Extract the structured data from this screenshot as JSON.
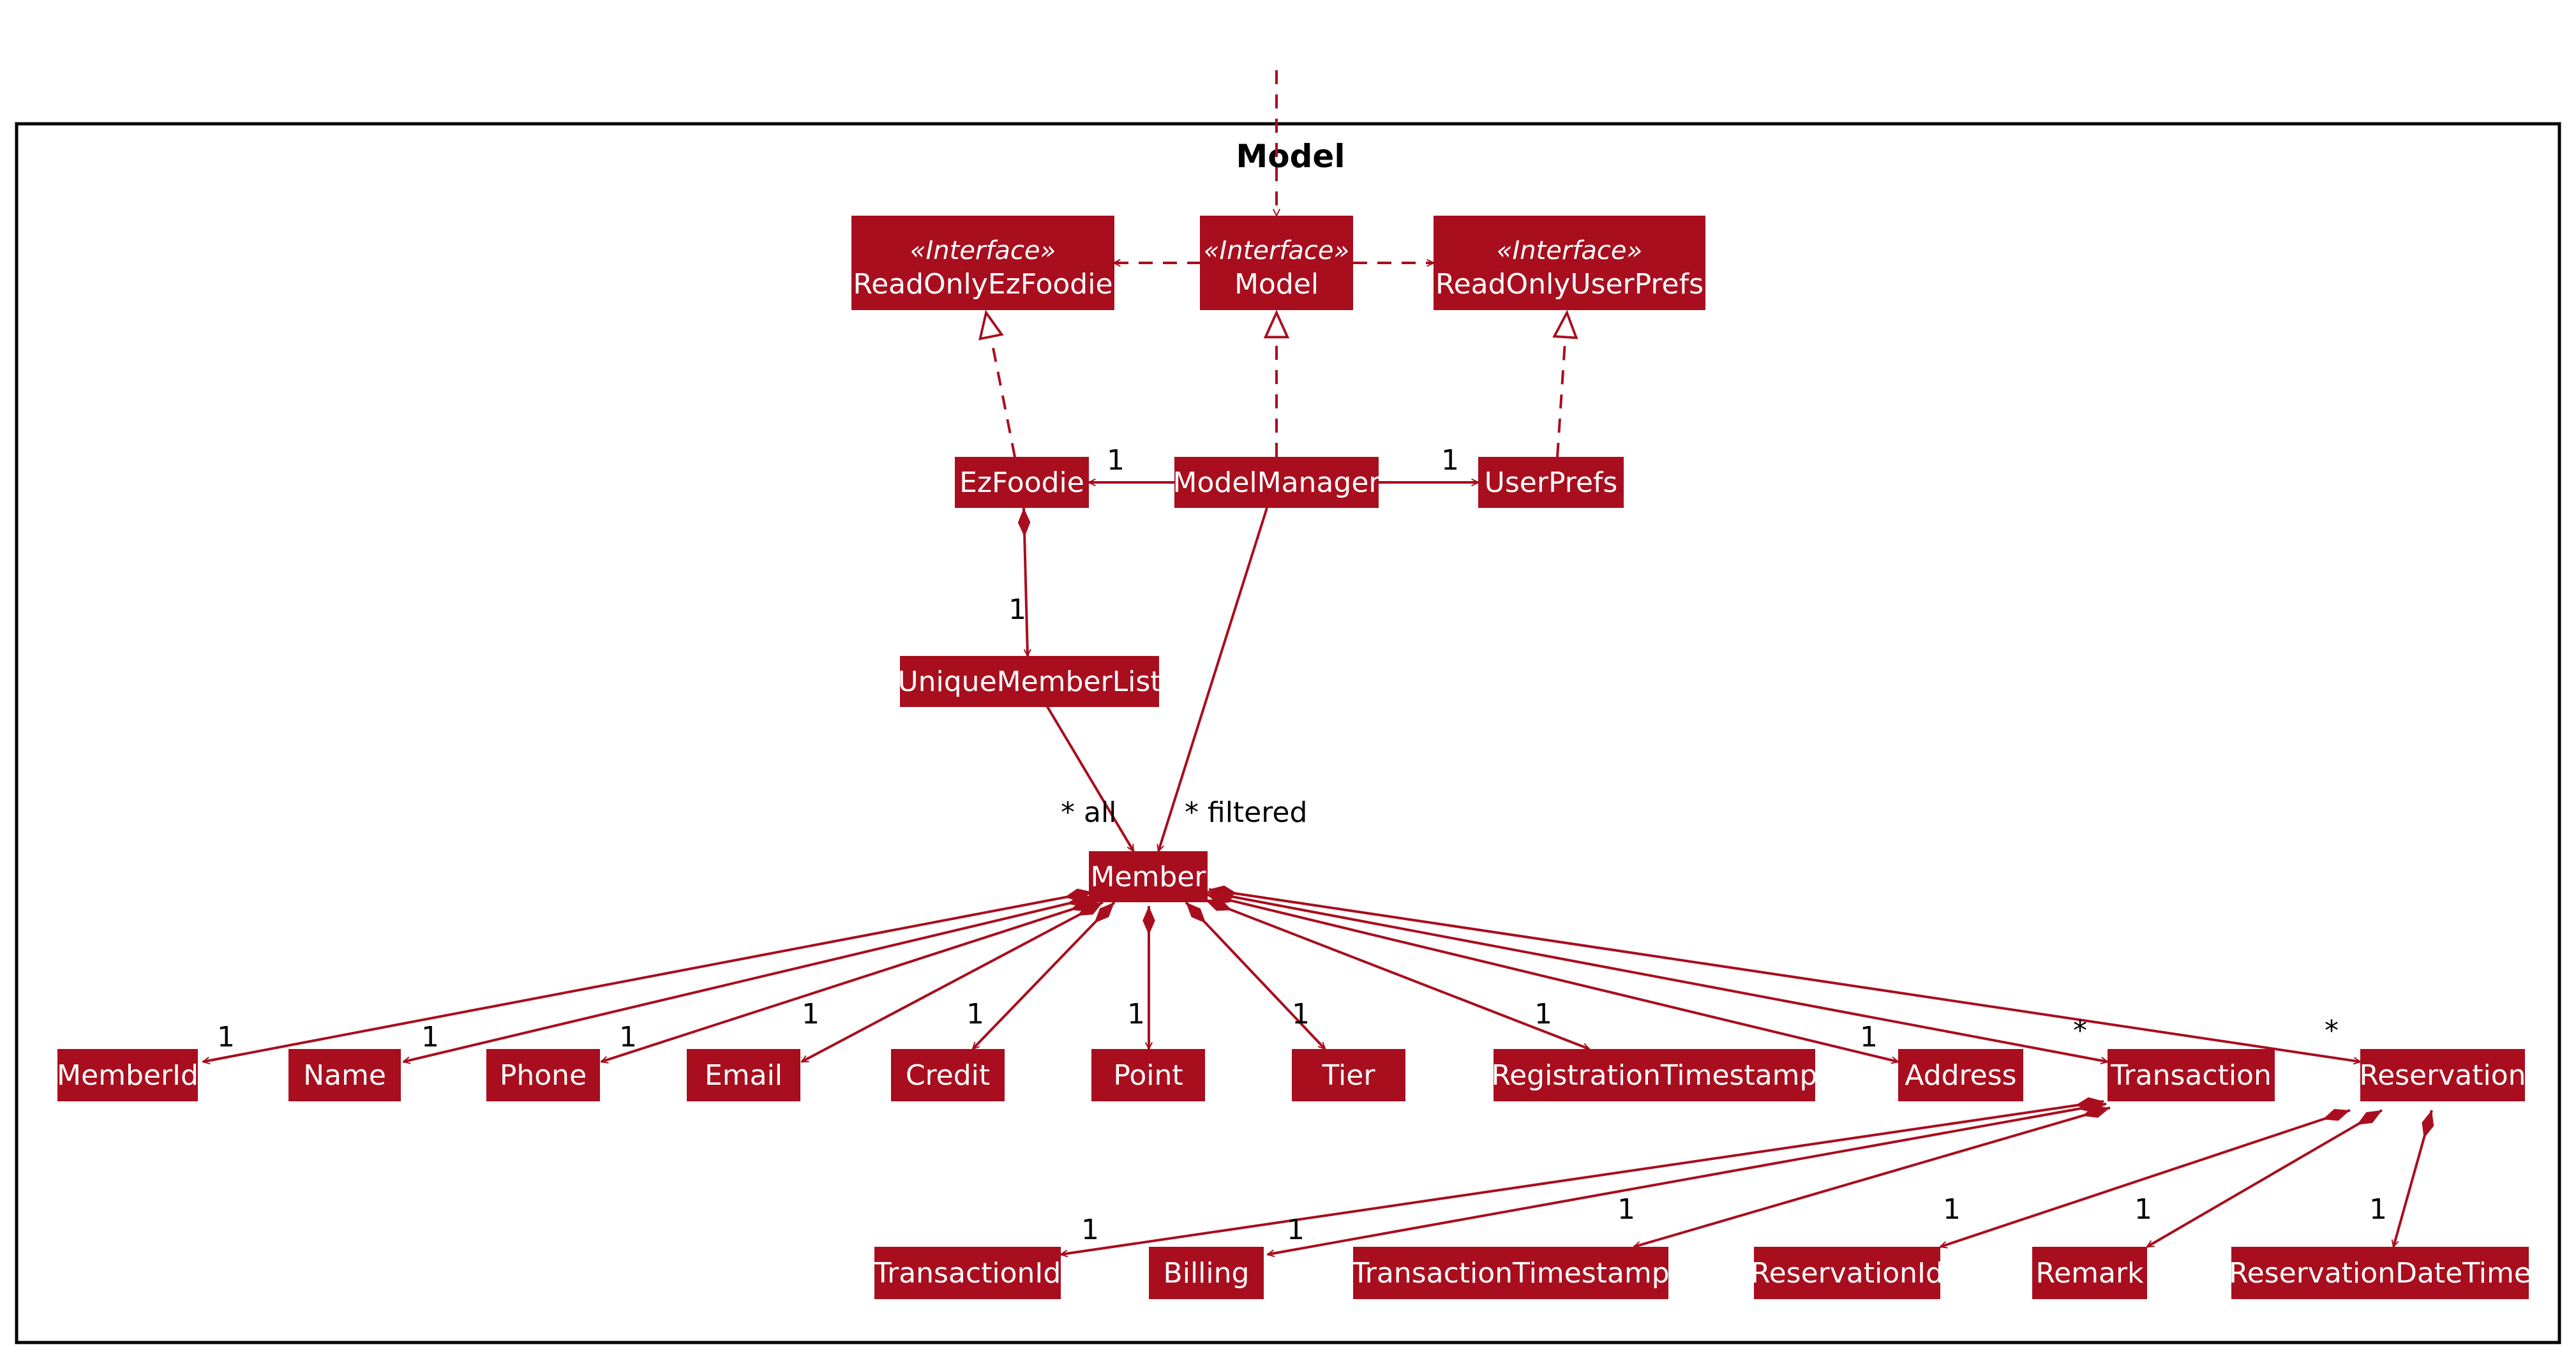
{
  "package": {
    "title": "Model"
  },
  "interfaces": {
    "stereotype": "«Interface»",
    "read_only_ez_foodie": "ReadOnlyEzFoodie",
    "model": "Model",
    "read_only_user_prefs": "ReadOnlyUserPrefs"
  },
  "classes": {
    "ez_foodie": "EzFoodie",
    "model_manager": "ModelManager",
    "user_prefs": "UserPrefs",
    "unique_member_list": "UniqueMemberList",
    "member": "Member",
    "member_id": "MemberId",
    "name": "Name",
    "phone": "Phone",
    "email": "Email",
    "credit": "Credit",
    "point": "Point",
    "tier": "Tier",
    "registration_timestamp": "RegistrationTimestamp",
    "address": "Address",
    "transaction": "Transaction",
    "reservation": "Reservation",
    "transaction_id": "TransactionId",
    "billing": "Billing",
    "transaction_timestamp": "TransactionTimestamp",
    "reservation_id": "ReservationId",
    "remark": "Remark",
    "reservation_date_time": "ReservationDateTime"
  },
  "multiplicities": {
    "one": "1",
    "many": "*",
    "all": "* all",
    "filtered": "* filtered"
  },
  "colors": {
    "class_fill": "#A80E1E",
    "class_text": "#FFFFFF",
    "edge": "#A80E1E",
    "frame": "#000000"
  }
}
